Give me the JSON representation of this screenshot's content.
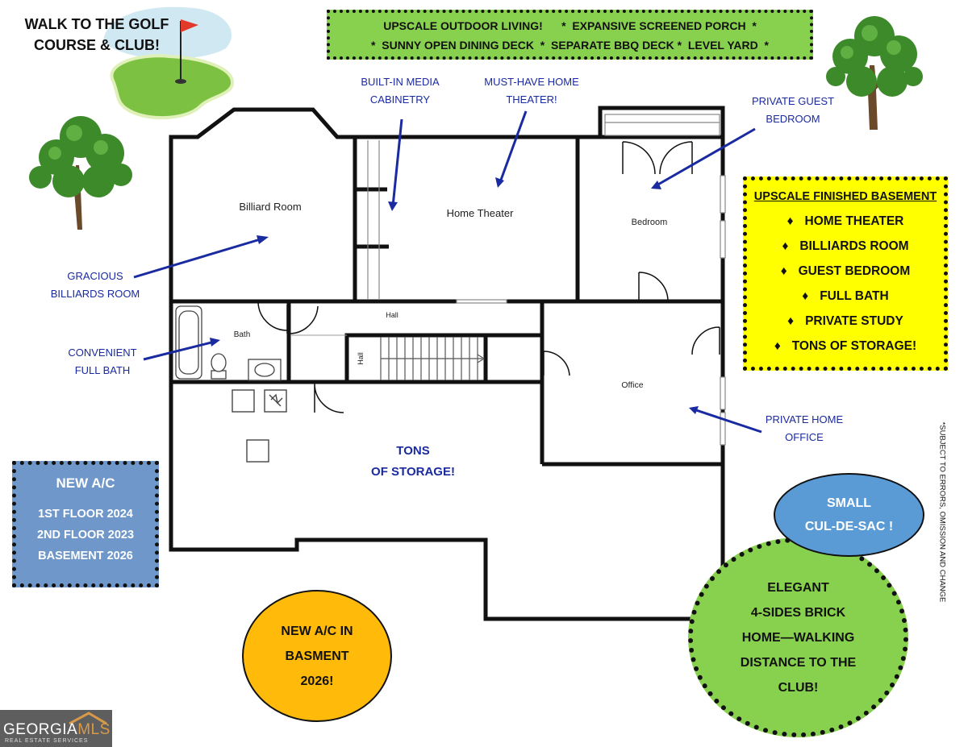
{
  "golf": {
    "line1": "WALK TO THE GOLF",
    "line2": "COURSE & CLUB!"
  },
  "top_banner": {
    "line1": "UPSCALE OUTDOOR LIVING!      *  EXPANSIVE SCREENED PORCH  *",
    "line2": "*  SUNNY OPEN DINING DECK  *  SEPARATE BBQ DECK *  LEVEL YARD  *"
  },
  "callouts": {
    "media_cabinetry": [
      "BUILT-IN MEDIA",
      "CABINETRY"
    ],
    "home_theater": [
      "MUST-HAVE HOME",
      "THEATER!"
    ],
    "guest_bedroom": [
      "PRIVATE GUEST",
      "BEDROOM"
    ],
    "billiards": [
      "GRACIOUS",
      "BILLIARDS ROOM"
    ],
    "full_bath": [
      "CONVENIENT",
      "FULL BATH"
    ],
    "home_office": [
      "PRIVATE HOME",
      "OFFICE"
    ]
  },
  "rooms": {
    "billiard": "Billiard Room",
    "theater": "Home Theater",
    "bedroom": "Bedroom",
    "bath": "Bath",
    "hall": "Hall",
    "hall_vertical": "Hall",
    "office": "Office",
    "storage": [
      "TONS",
      "OF STORAGE!"
    ]
  },
  "basement_box": {
    "title": "UPSCALE FINISHED BASEMENT",
    "items": [
      "HOME THEATER",
      "BILLIARDS ROOM",
      "GUEST BEDROOM",
      "FULL BATH",
      "PRIVATE STUDY",
      "TONS OF STORAGE!"
    ]
  },
  "ac_box": {
    "title": "NEW A/C",
    "lines": [
      "1ST FLOOR 2024",
      "2ND FLOOR 2023",
      "BASEMENT 2026"
    ]
  },
  "ac_basement": [
    "NEW A/C IN",
    "BASMENT",
    "2026!"
  ],
  "cul_de_sac": [
    "SMALL",
    "CUL-DE-SAC !"
  ],
  "brick_home": [
    "ELEGANT",
    "4-SIDES BRICK",
    "HOME—WALKING",
    "DISTANCE TO THE",
    "CLUB!"
  ],
  "disclaimer": "*SUBJECT TO ERRORS, OMISSION AND CHANGE",
  "logo": {
    "brand_a": "GEORGIA",
    "brand_b": "MLS",
    "sub": "REAL ESTATE SERVICES"
  },
  "colors": {
    "green": "#88d14e",
    "yellow": "#ffff00",
    "blue_box": "#6f97c9",
    "orange": "#ffba0a",
    "callout": "#1a2aa0",
    "ellipse_blue": "#5b9bd5"
  }
}
